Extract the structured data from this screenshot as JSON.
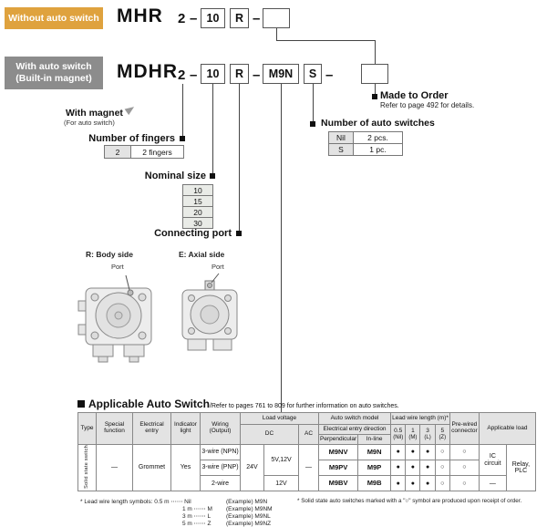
{
  "codes": {
    "dash": "–",
    "row1": {
      "badge": "Without auto switch",
      "model": "MHR",
      "fingers": "2",
      "size": "10",
      "port": "R"
    },
    "row2": {
      "badge_line1": "With auto switch",
      "badge_line2": "(Built-in magnet)",
      "model": "MDHR",
      "fingers": "2",
      "size": "10",
      "port": "R",
      "switch_model": "M9N",
      "switch_qty": "S"
    }
  },
  "callouts": {
    "made_to_order": {
      "title": "Made to Order",
      "note": "Refer to page 492 for details."
    },
    "with_magnet": {
      "title": "With magnet",
      "note": "(For auto switch)"
    },
    "fingers": {
      "title": "Number of fingers",
      "code": "2",
      "desc": "2 fingers"
    },
    "qty": {
      "title": "Number of auto switches",
      "rows": [
        {
          "code": "Nil",
          "desc": "2 pcs."
        },
        {
          "code": "S",
          "desc": "1 pc."
        }
      ]
    },
    "size": {
      "title": "Nominal size",
      "options": [
        "10",
        "15",
        "20",
        "30"
      ]
    },
    "port": {
      "title": "Connecting port",
      "r_label": "R: Body side",
      "e_label": "E: Axial side",
      "port_label": "Port"
    }
  },
  "auto_switch": {
    "title": "Applicable Auto Switch",
    "title_note": "/Refer to pages 761 to 809 for further information on auto switches.",
    "headers": {
      "type": "Type",
      "special_function": "Special function",
      "electrical_entry": "Electrical entry",
      "indicator_light": "Indicator light",
      "wiring": "Wiring (Output)",
      "load_voltage": "Load voltage",
      "dc": "DC",
      "ac": "AC",
      "model": "Auto switch model",
      "entry_direction": "Electrical entry direction",
      "perpendicular": "Perpendicular",
      "inline": "In-line",
      "lead_wire": "Lead wire length (m)*",
      "lead_cols": [
        "0.5",
        "1",
        "3",
        "5"
      ],
      "lead_symbols": [
        "(Nil)",
        "(M)",
        "(L)",
        "(Z)"
      ],
      "prewired": "Pre-wired connector",
      "load": "Applicable load"
    },
    "body": {
      "type_label": "Solid state switch",
      "special_function": "—",
      "electrical_entry": "Grommet",
      "indicator_light": "Yes",
      "dc_voltage": "24V",
      "ac_value": "—",
      "relay_plc": "Relay, PLC",
      "rows": [
        {
          "wiring": "3-wire (NPN)",
          "voltage": "5V,12V",
          "perp": "M9NV",
          "inline": "M9N",
          "lead": [
            "●",
            "●",
            "●",
            "○"
          ],
          "prewired": "○",
          "load": "IC circuit"
        },
        {
          "wiring": "3-wire (PNP)",
          "perp": "M9PV",
          "inline": "M9P",
          "lead": [
            "●",
            "●",
            "●",
            "○"
          ],
          "prewired": "○"
        },
        {
          "wiring": "2-wire",
          "voltage": "12V",
          "perp": "M9BV",
          "inline": "M9B",
          "lead": [
            "●",
            "●",
            "●",
            "○"
          ],
          "prewired": "○",
          "load": "—"
        }
      ]
    },
    "footnotes": {
      "lead_lines": [
        {
          "left": "* Lead wire length symbols: 0.5 m ⋯⋯ Nil",
          "right": "(Example) M9N"
        },
        {
          "left": "1 m ⋯⋯ M",
          "right": "(Example) M9NM"
        },
        {
          "left": "3 m ⋯⋯ L",
          "right": "(Example) M9NL"
        },
        {
          "left": "5 m ⋯⋯ Z",
          "right": "(Example) M9NZ"
        }
      ],
      "right_note": "* Solid state auto switches marked with a \"○\" symbol are produced upon receipt of order."
    }
  }
}
